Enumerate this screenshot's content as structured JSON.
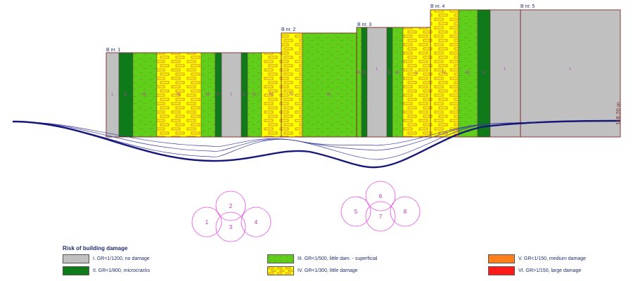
{
  "buildings": [
    {
      "label": "B nr. 1"
    },
    {
      "label": "B nr. 2"
    },
    {
      "label": "B nr. 3"
    },
    {
      "label": "B nr. 4"
    },
    {
      "label": "B nr. 5"
    }
  ],
  "dimension_label": "118.20 m",
  "tunnel_numbers": [
    "1",
    "2",
    "3",
    "4",
    "5",
    "6",
    "7",
    "8"
  ],
  "legend": {
    "title": "Risk of building damage",
    "items": [
      {
        "roman": "I.",
        "text": "I. GR<1/1200, no damage",
        "color": "#c0c0c0"
      },
      {
        "roman": "II.",
        "text": "II. GR<1/800, microcracks",
        "color": "#0f7a1a"
      },
      {
        "roman": "III.",
        "text": "III. GR<1/500,  little dam. - superficial",
        "color": "#5fcf1a"
      },
      {
        "roman": "IV.",
        "text": "IV. GR<1/300, little damage",
        "color": "#ffff00"
      },
      {
        "roman": "V.",
        "text": "V. GR<1/150, medium damage",
        "color": "#ff7f1a"
      },
      {
        "roman": "VI.",
        "text": "VI. GR>1/150, large damage",
        "color": "#ff1a1a"
      }
    ]
  },
  "segment_labels": [
    "I.",
    "II.",
    "III.",
    "IV."
  ],
  "colors": {
    "outline": "#7a2a2a",
    "curve_main": "#17177a",
    "curve_thin": "#3a3aa0",
    "circle": "#e64ce6",
    "text_dark": "#1f2d6b",
    "label_magenta": "#b03ab0"
  }
}
